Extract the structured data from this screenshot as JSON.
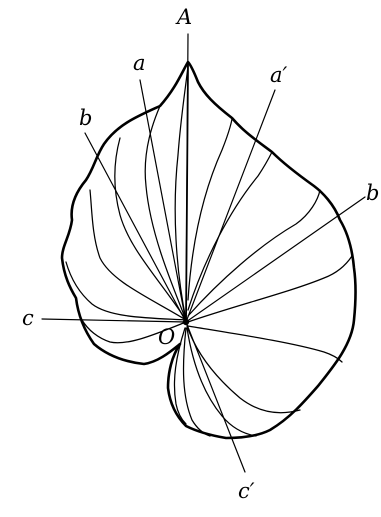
{
  "labels": {
    "apex": "A",
    "a": "a",
    "a_prime": "a′",
    "b": "b",
    "b_right": "b",
    "c": "c",
    "c_prime": "c′",
    "origin": "O"
  }
}
